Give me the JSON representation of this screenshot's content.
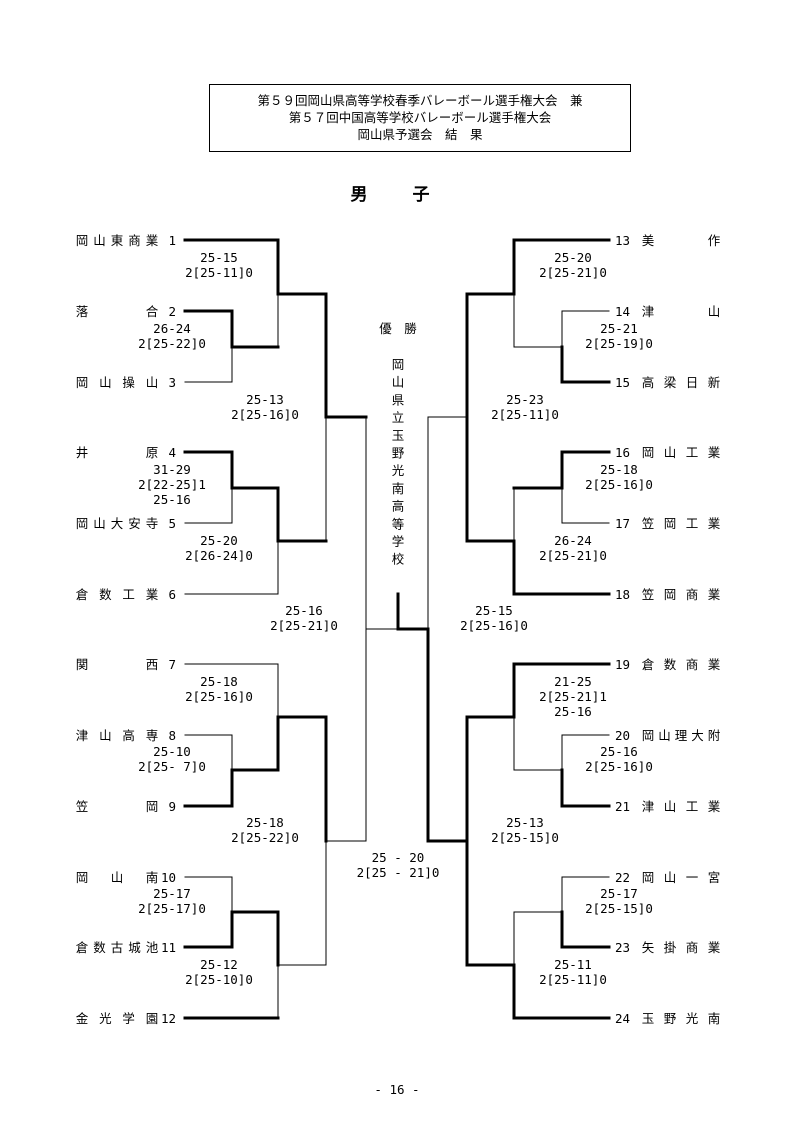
{
  "header": {
    "title_lines": [
      "第５９回岡山県高等学校春季バレーボール選手権大会　兼",
      "第５７回中国高等学校バレーボール選手権大会",
      "岡山県予選会　結　果"
    ]
  },
  "subtitle": "男　子",
  "champion": {
    "label": "優　勝",
    "name_chars": [
      "岡",
      "山",
      "県",
      "立",
      "玉",
      "野",
      "光",
      "南",
      "高",
      "等",
      "学",
      "校"
    ]
  },
  "teams": [
    {
      "seed": "1",
      "name_chars": [
        "岡",
        "山",
        "東",
        "商",
        "業"
      ]
    },
    {
      "seed": "2",
      "name_chars": [
        "落",
        "合"
      ]
    },
    {
      "seed": "3",
      "name_chars": [
        "岡",
        "山",
        "操",
        "山"
      ]
    },
    {
      "seed": "4",
      "name_chars": [
        "井",
        "原"
      ]
    },
    {
      "seed": "5",
      "name_chars": [
        "岡",
        "山",
        "大",
        "安",
        "寺"
      ]
    },
    {
      "seed": "6",
      "name_chars": [
        "倉",
        "数",
        "工",
        "業"
      ]
    },
    {
      "seed": "7",
      "name_chars": [
        "関",
        "西"
      ]
    },
    {
      "seed": "8",
      "name_chars": [
        "津",
        "山",
        "高",
        "専"
      ]
    },
    {
      "seed": "9",
      "name_chars": [
        "笠",
        "岡"
      ]
    },
    {
      "seed": "10",
      "name_chars": [
        "岡",
        "山",
        "南"
      ]
    },
    {
      "seed": "11",
      "name_chars": [
        "倉",
        "数",
        "古",
        "城",
        "池"
      ]
    },
    {
      "seed": "12",
      "name_chars": [
        "金",
        "光",
        "学",
        "園"
      ]
    },
    {
      "seed": "13",
      "name_chars": [
        "美",
        "作"
      ]
    },
    {
      "seed": "14",
      "name_chars": [
        "津",
        "山"
      ]
    },
    {
      "seed": "15",
      "name_chars": [
        "高",
        "梁",
        "日",
        "新"
      ]
    },
    {
      "seed": "16",
      "name_chars": [
        "岡",
        "山",
        "工",
        "業"
      ]
    },
    {
      "seed": "17",
      "name_chars": [
        "笠",
        "岡",
        "工",
        "業"
      ]
    },
    {
      "seed": "18",
      "name_chars": [
        "笠",
        "岡",
        "商",
        "業"
      ]
    },
    {
      "seed": "19",
      "name_chars": [
        "倉",
        "数",
        "商",
        "業"
      ]
    },
    {
      "seed": "20",
      "name_chars": [
        "岡",
        "山",
        "理",
        "大",
        "附"
      ]
    },
    {
      "seed": "21",
      "name_chars": [
        "津",
        "山",
        "工",
        "業"
      ]
    },
    {
      "seed": "22",
      "name_chars": [
        "岡",
        "山",
        "一",
        "宮"
      ]
    },
    {
      "seed": "23",
      "name_chars": [
        "矢",
        "掛",
        "商",
        "業"
      ]
    },
    {
      "seed": "24",
      "name_chars": [
        "玉",
        "野",
        "光",
        "南"
      ]
    }
  ],
  "scores": [
    [
      "25-15",
      "2[25-11]0"
    ],
    [
      "26-24",
      "2[25-22]0"
    ],
    [
      "31-29",
      "2[22-25]1",
      "25-16"
    ],
    [
      "25-20",
      "2[26-24]0"
    ],
    [
      "25-13",
      "2[25-16]0"
    ],
    [
      "25-18",
      "2[25-16]0"
    ],
    [
      "25-10",
      "2[25- 7]0"
    ],
    [
      "25-17",
      "2[25-17]0"
    ],
    [
      "25-12",
      "2[25-10]0"
    ],
    [
      "25-18",
      "2[25-22]0"
    ],
    [
      "25-16",
      "2[25-21]0"
    ],
    [
      "25-20",
      "2[25-21]0"
    ],
    [
      "25-21",
      "2[25-19]0"
    ],
    [
      "25-18",
      "2[25-16]0"
    ],
    [
      "26-24",
      "2[25-21]0"
    ],
    [
      "25-23",
      "2[25-11]0"
    ],
    [
      "21-25",
      "2[25-21]1",
      "25-16"
    ],
    [
      "25-16",
      "2[25-16]0"
    ],
    [
      "25-17",
      "2[25-15]0"
    ],
    [
      "25-11",
      "2[25-11]0"
    ],
    [
      "25-13",
      "2[25-15]0"
    ],
    [
      "25-15",
      "2[25-16]0"
    ],
    [
      "25 - 20",
      "2[25 - 21]0"
    ]
  ],
  "page_number": "- 16 -"
}
